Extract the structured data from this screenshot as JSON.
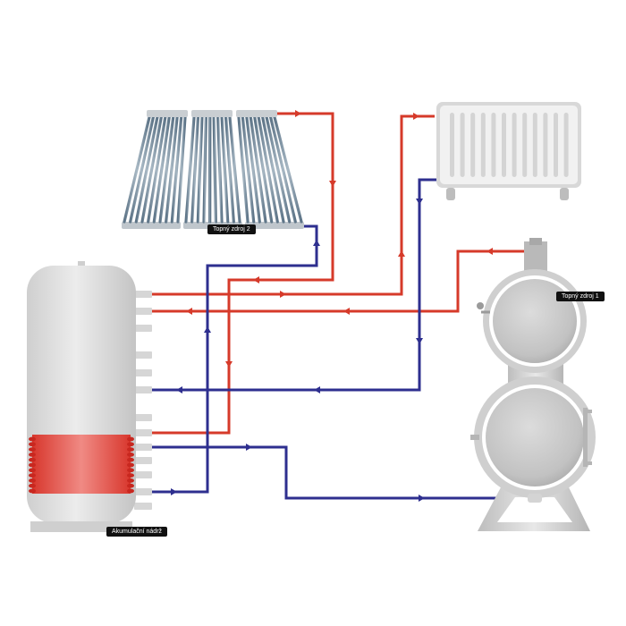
{
  "labels": {
    "solar": "Topný zdroj 2",
    "boiler": "Topný zdroj 1",
    "tank": "Akumulační nádrž"
  },
  "colors": {
    "hot_pipe": "#d63a2a",
    "cold_pipe": "#2e2f8f",
    "steel_light": "#e6e6e6",
    "steel_dark": "#a9a9a9",
    "tank_body": "#d9d9d9",
    "coil": "#d9463c",
    "label_bg": "#111111",
    "label_text": "#ffffff"
  }
}
